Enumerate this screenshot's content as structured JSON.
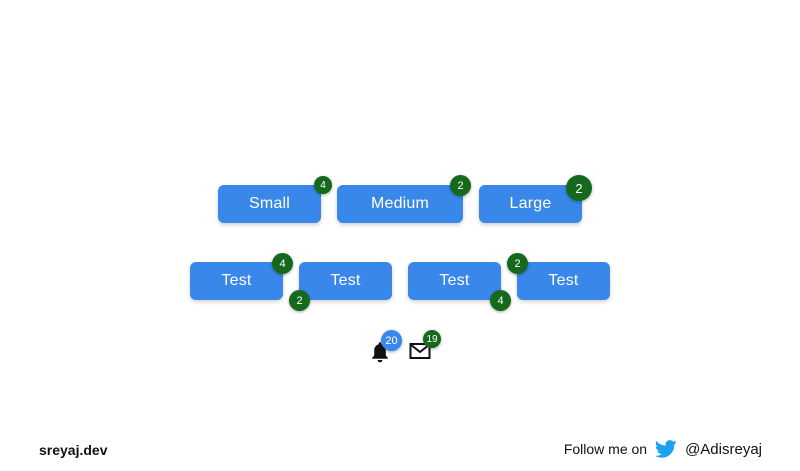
{
  "size_buttons": [
    {
      "label": "Small",
      "badge": "4"
    },
    {
      "label": "Medium",
      "badge": "2"
    },
    {
      "label": "Large",
      "badge": "2"
    }
  ],
  "test_buttons": [
    {
      "label": "Test",
      "badge": "4"
    },
    {
      "label": "Test",
      "badge": "2"
    },
    {
      "label": "Test",
      "badge": "4"
    },
    {
      "label": "Test",
      "badge": "2"
    }
  ],
  "notifications": {
    "icon": "bell-icon",
    "count": "20"
  },
  "messages": {
    "icon": "mail-icon",
    "count": "19"
  },
  "footer": {
    "site": "sreyaj.dev",
    "follow_text": "Follow me on",
    "handle": "@Adisreyaj"
  },
  "colors": {
    "button": "#3a87ea",
    "badge": "#15691d",
    "twitter": "#1da1f2"
  }
}
